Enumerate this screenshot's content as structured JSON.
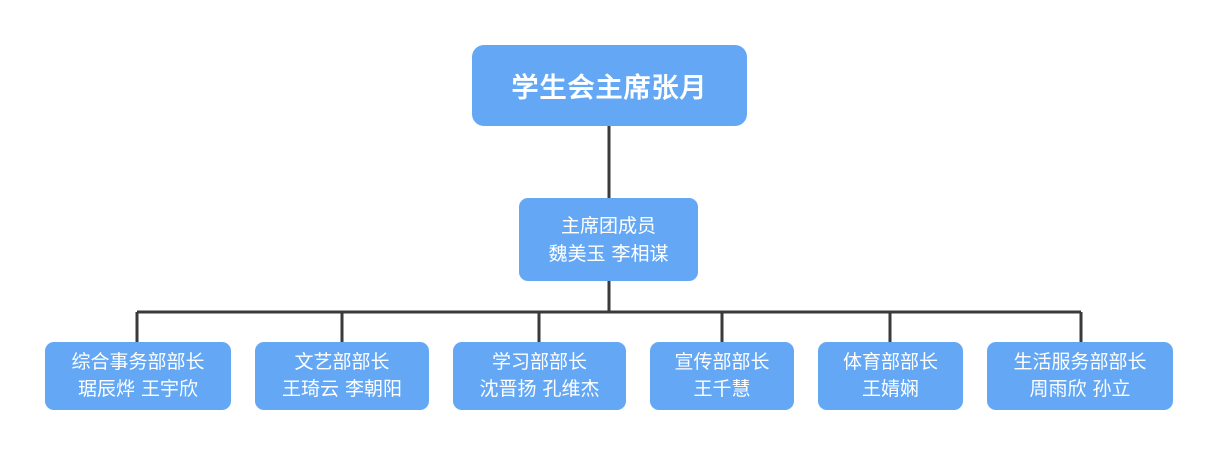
{
  "colors": {
    "node_fill": "#64a8f5",
    "node_text": "#ffffff",
    "connector": "#3a3a3a"
  },
  "root": {
    "title": "学生会主席张月"
  },
  "presidium": {
    "title": "主席团成员",
    "members": "魏美玉 李相谋"
  },
  "departments": [
    {
      "title": "综合事务部部长",
      "members": "琚辰烨 王宇欣"
    },
    {
      "title": "文艺部部长",
      "members": "王琦云 李朝阳"
    },
    {
      "title": "学习部部长",
      "members": "沈晋扬 孔维杰"
    },
    {
      "title": "宣传部部长",
      "members": "王千慧"
    },
    {
      "title": "体育部部长",
      "members": "王婧娴"
    },
    {
      "title": "生活服务部部长",
      "members": "周雨欣 孙立"
    }
  ]
}
